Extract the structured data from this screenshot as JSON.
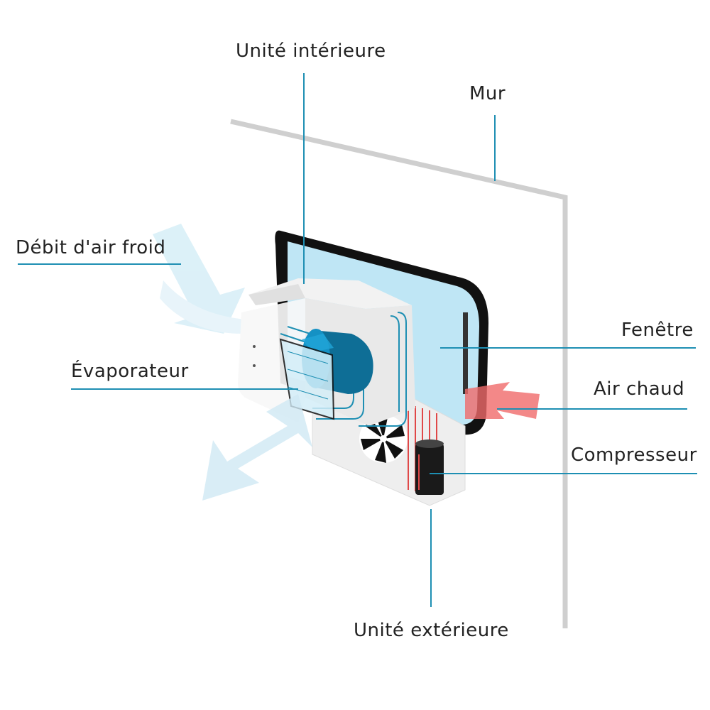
{
  "labels": {
    "indoor_unit": "Unité intérieure",
    "wall": "Mur",
    "cold_air_flow": "Débit d'air froid",
    "window": "Fenêtre",
    "evaporator": "Évaporateur",
    "hot_air": "Air chaud",
    "compressor": "Compresseur",
    "outdoor_unit": "Unité extérieure"
  },
  "colors": {
    "leader_line": "#1e8fb3",
    "wall": "#cfcfcf",
    "cold_air": "#bfe3f0",
    "hot_air": "#f06a6a",
    "glass": "#bfe6f5",
    "window_frame": "#111111"
  }
}
